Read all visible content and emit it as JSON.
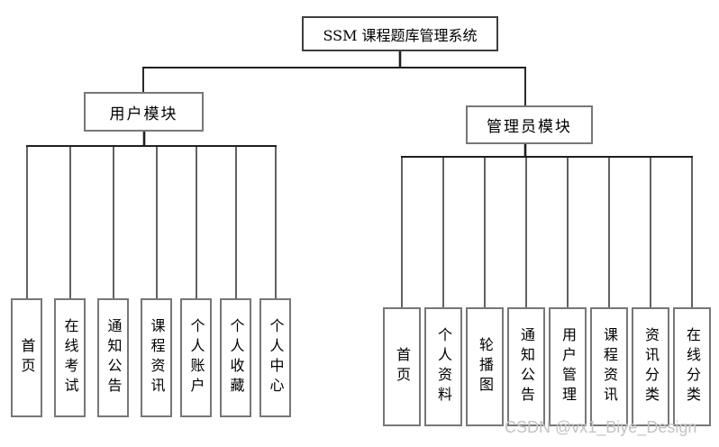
{
  "diagram": {
    "root": {
      "label": "SSM 课程题库管理系统"
    },
    "modules": [
      {
        "label": "用户模块",
        "children": [
          {
            "label": "首页"
          },
          {
            "label": "在线考试"
          },
          {
            "label": "通知公告"
          },
          {
            "label": "课程资讯"
          },
          {
            "label": "个人账户"
          },
          {
            "label": "个人收藏"
          },
          {
            "label": "个人中心"
          }
        ]
      },
      {
        "label": "管理员模块",
        "children": [
          {
            "label": "首页"
          },
          {
            "label": "个人资料"
          },
          {
            "label": "轮播图"
          },
          {
            "label": "通知公告"
          },
          {
            "label": "用户管理"
          },
          {
            "label": "课程资讯"
          },
          {
            "label": "资讯分类"
          },
          {
            "label": "在线分类"
          }
        ]
      }
    ]
  },
  "watermark": {
    "text": "CSDN @vx1_Biye_Design"
  },
  "colors": {
    "background": "#ffffff",
    "line": "#1f1f1f",
    "box_border": "#777777",
    "text": "#000000",
    "watermark": "#c3c3c3"
  }
}
